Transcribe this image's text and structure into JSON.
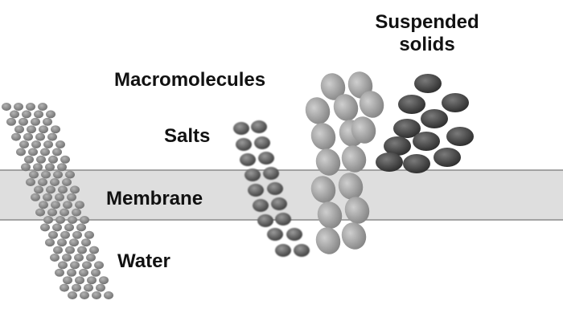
{
  "labels": {
    "suspended_line1": "Suspended",
    "suspended_line2": "solids",
    "macromolecules": "Macromolecules",
    "salts": "Salts",
    "membrane": "Membrane",
    "water": "Water"
  },
  "colors": {
    "membrane_band": "#dedede",
    "membrane_line": "#8a8a8a",
    "water_particle": "#8c8c8c",
    "salt_particle": "#5e5e5e",
    "macromolecule_particle": "#a6a6a6",
    "solid_particle": "#4a4a4a"
  }
}
